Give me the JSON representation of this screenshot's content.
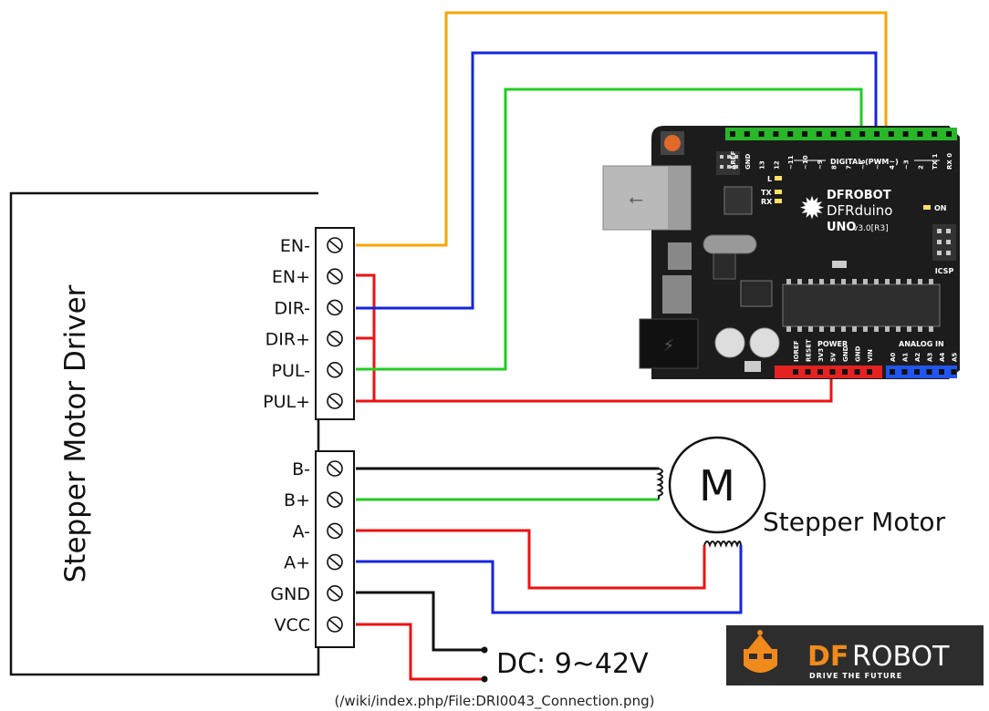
{
  "driver": {
    "title": "Stepper Motor Driver",
    "control_pins": [
      "EN-",
      "EN+",
      "DIR-",
      "DIR+",
      "PUL-",
      "PUL+"
    ],
    "power_pins": [
      "B-",
      "B+",
      "A-",
      "A+",
      "GND",
      "VCC"
    ]
  },
  "motor": {
    "symbol": "M",
    "label": "Stepper Motor"
  },
  "power_supply": {
    "label": "DC: 9~42V"
  },
  "arduino": {
    "brand": "DFROBOT",
    "model": "DFRduino",
    "variant": "UNO",
    "version": "v3.0[R3]",
    "on_label": "ON",
    "icsp_label": "ICSP",
    "tx_label": "TX",
    "rx_label": "RX",
    "l_label": "L",
    "digital_header_label": "DIGITAL (PWM~)",
    "digital_pins": [
      "AREF",
      "GND",
      "13",
      "12",
      "~11",
      "~10",
      "~9",
      "8",
      "7",
      "~6",
      "~5",
      "4",
      "~3",
      "2",
      "TX 1",
      "RX 0"
    ],
    "power_header_label": "POWER",
    "power_pins": [
      "IOREF",
      "RESET",
      "3V3",
      "5V",
      "GND",
      "GND",
      "VIN"
    ],
    "analog_header_label": "ANALOG IN",
    "analog_pins": [
      "A0",
      "A1",
      "A2",
      "A3",
      "A4",
      "A5"
    ]
  },
  "logo": {
    "text_df": "DF",
    "text_robot": "ROBOT",
    "tagline": "DRIVE THE FUTURE"
  },
  "caption": "(/wiki/index.php/File:DRI0043_Connection.png)",
  "colors": {
    "wire_orange": "#f7a600",
    "wire_blue": "#1525e0",
    "wire_green": "#22cc22",
    "wire_red": "#ee1111",
    "wire_black": "#111111",
    "board": "#1c1c1c",
    "header_green": "#29b629",
    "header_red": "#e52222",
    "header_blue": "#2255ee",
    "logo_orange": "#f08a1c"
  }
}
